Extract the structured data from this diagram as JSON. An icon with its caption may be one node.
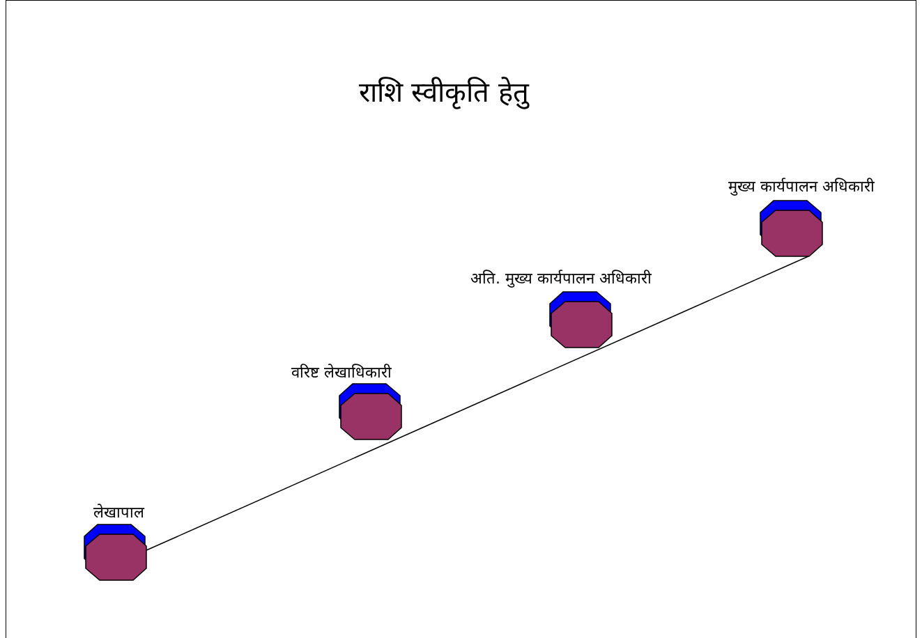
{
  "diagram": {
    "title": "राशि स्वीकृति हेतु",
    "nodes": [
      {
        "text": [
          "लेखापाल"
        ]
      },
      {
        "text": [
          "वरिष्ट लेखाधिकारी"
        ]
      },
      {
        "text": [
          "अति. मुख्य कार्यपालन अधिकारी"
        ]
      },
      {
        "text": [
          "मुख्य कार्यपालन अधिकारी"
        ]
      }
    ],
    "edges": [
      {
        "from": 0,
        "to": 3,
        "arrow": "none"
      }
    ]
  }
}
